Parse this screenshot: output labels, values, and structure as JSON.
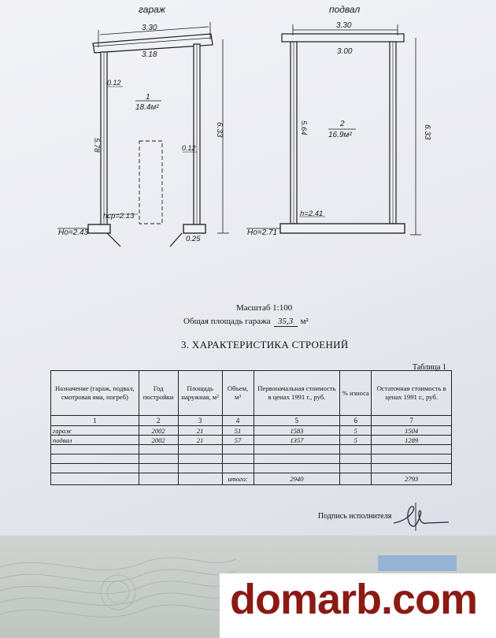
{
  "plan": {
    "garage": {
      "title": "гараж",
      "outer_width": "3.30",
      "inner_width": "3.18",
      "wall_thickness": "0.12",
      "right_wall_thickness": "0.12",
      "inner_length": "5.78",
      "outer_length": "6.33",
      "room_number": "1",
      "room_area": "18.4м²",
      "pit_height": "hср=2.13",
      "floor_level": "Hо=2.43",
      "door_width": "0.25"
    },
    "cellar": {
      "title": "подвал",
      "outer_width": "3.30",
      "inner_width": "3.00",
      "inner_length": "5.64",
      "outer_length": "6.33",
      "room_number": "2",
      "room_area": "16.9м²",
      "height": "h=2.41",
      "floor_level": "Hо=2.71"
    }
  },
  "scale": "Масштаб  1:100",
  "area_label": "Общая площадь гаража",
  "area_value": "35,3",
  "area_unit": "м²",
  "section_title": "3. ХАРАКТЕРИСТИКА СТРОЕНИЙ",
  "table_caption": "Таблица 1",
  "table": {
    "headers": [
      "Назначение (гараж, подвал, смотровая яма, погреб)",
      "Год постройки",
      "Площадь наружная, м²",
      "Объем, м³",
      "Первоначальная стоимость в ценах 1991 г., руб.",
      "% износа",
      "Остаточная стоимость в ценах 1991 г., руб."
    ],
    "numbers": [
      "1",
      "2",
      "3",
      "4",
      "5",
      "6",
      "7"
    ],
    "rows": [
      [
        "гараж",
        "2002",
        "21",
        "51",
        "1583",
        "5",
        "1504"
      ],
      [
        "подвал",
        "2002",
        "21",
        "57",
        "1357",
        "5",
        "1289"
      ]
    ],
    "total_label": "итого:",
    "total_initial": "2940",
    "total_residual": "2793"
  },
  "signature_label": "Подпись исполнителя",
  "watermark": "domarb.com"
}
